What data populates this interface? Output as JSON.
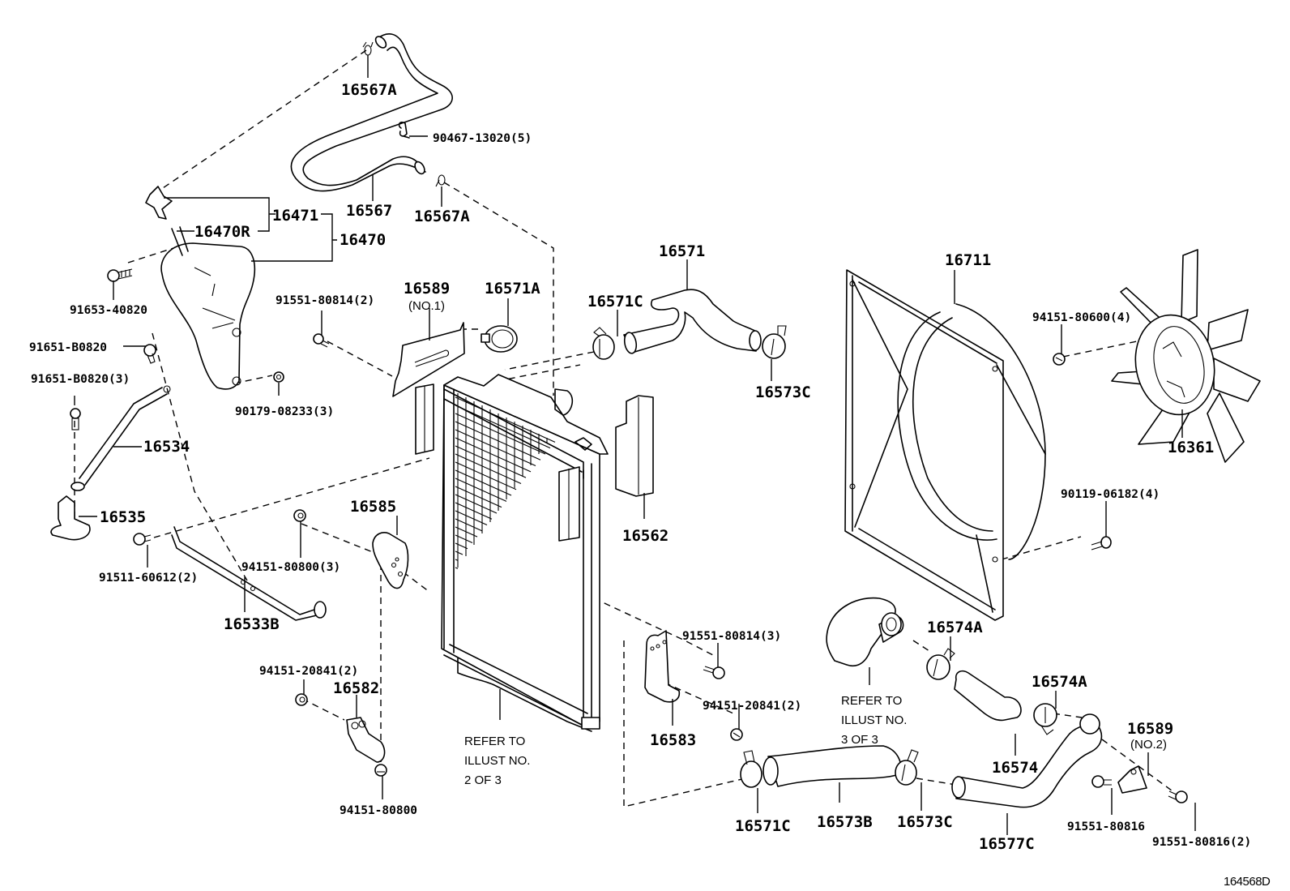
{
  "diagram": {
    "figure_number": "164568D",
    "labels": {
      "p16567A_top": "16567A",
      "p90467": "90467-13020(5)",
      "p16567": "16567",
      "p16567A_bottom": "16567A",
      "p16471": "16471",
      "p16470R": "16470R",
      "p16470": "16470",
      "p91653": "91653-40820",
      "p91651_a": "91651-B0820",
      "p91651_b": "91651-B0820(3)",
      "p90179": "90179-08233(3)",
      "p91551_80814_2": "91551-80814(2)",
      "p16589_no1": "16589",
      "p16589_no1_sub": "(NO.1)",
      "p16571A": "16571A",
      "p16571": "16571",
      "p16571C_top": "16571C",
      "p16573C_top": "16573C",
      "p16711": "16711",
      "p94151_80600": "94151-80600(4)",
      "p16361": "16361",
      "p90119": "90119-06182(4)",
      "p16534": "16534",
      "p16535": "16535",
      "p91511": "91511-60612(2)",
      "p16533B": "16533B",
      "p94151_80800_3": "94151-80800(3)",
      "p16585": "16585",
      "p16562": "16562",
      "p94151_20841_left": "94151-20841(2)",
      "p16582": "16582",
      "p94151_80800": "94151-80800",
      "p91551_80814_3": "91551-80814(3)",
      "p94151_20841_right": "94151-20841(2)",
      "p16583": "16583",
      "p16574A_top": "16574A",
      "p16574A_mid": "16574A",
      "p16574": "16574",
      "p16589_no2": "16589",
      "p16589_no2_sub": "(NO.2)",
      "p16571C_bottom": "16571C",
      "p16573B": "16573B",
      "p16573C_bottom": "16573C",
      "p16577C": "16577C",
      "p91551_80816": "91551-80816",
      "p91551_80816_2": "91551-80816(2)"
    },
    "notes": {
      "refer_2_line1": "REFER TO",
      "refer_2_line2": "ILLUST NO.",
      "refer_2_line3": "2 OF 3",
      "refer_3_line1": "REFER TO",
      "refer_3_line2": "ILLUST NO.",
      "refer_3_line3": "3 OF 3"
    }
  }
}
